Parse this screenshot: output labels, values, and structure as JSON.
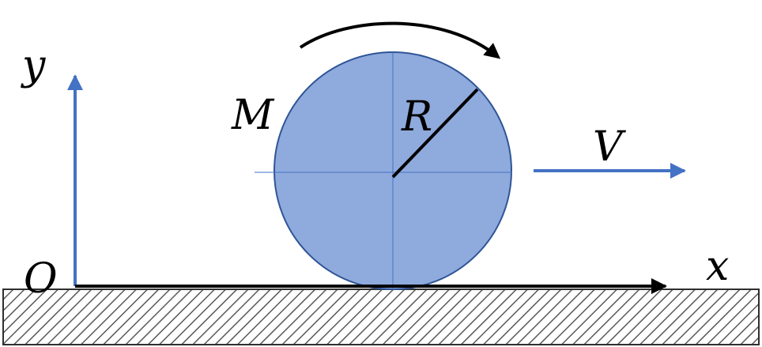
{
  "labels": {
    "y_axis": "y",
    "x_axis": "x",
    "origin": "O",
    "mass": "M",
    "radius": "R",
    "velocity": "V"
  },
  "colors": {
    "disc_fill": "#8faadc",
    "disc_stroke": "#2f5597",
    "axis_blue": "#4472c4",
    "black": "#000000",
    "ground_hatch": "#595959"
  },
  "icons": {
    "rotation": "curved-arrow-clockwise",
    "velocity": "arrow-right"
  }
}
